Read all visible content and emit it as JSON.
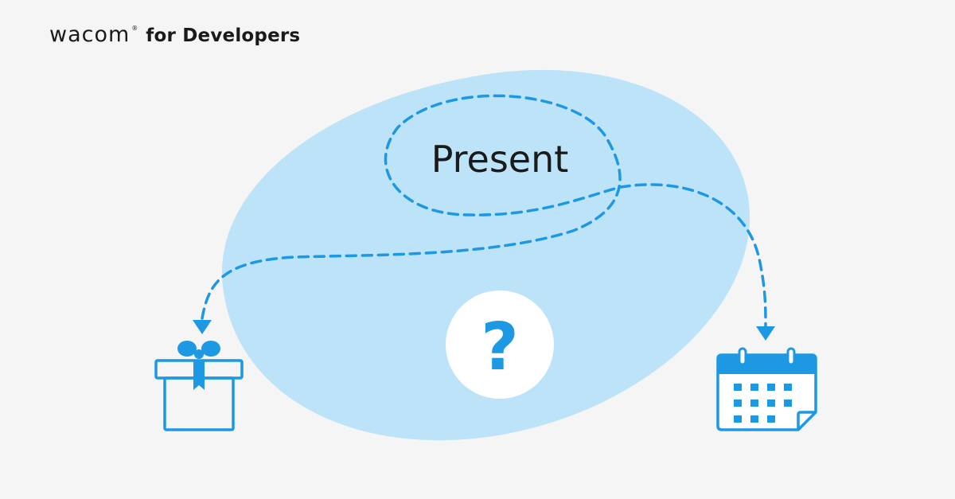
{
  "brand": {
    "logo_text": "wacom",
    "registered_mark": "®",
    "tagline": "for Developers"
  },
  "illustration": {
    "center_word": "Present",
    "center_symbol": "?",
    "left_icon": "gift-box-icon",
    "right_icon": "calendar-icon"
  },
  "colors": {
    "background": "#f5f5f5",
    "blob": "#bde3f8",
    "accent": "#1d98e3",
    "text": "#1a1a1a",
    "circle": "#ffffff"
  }
}
